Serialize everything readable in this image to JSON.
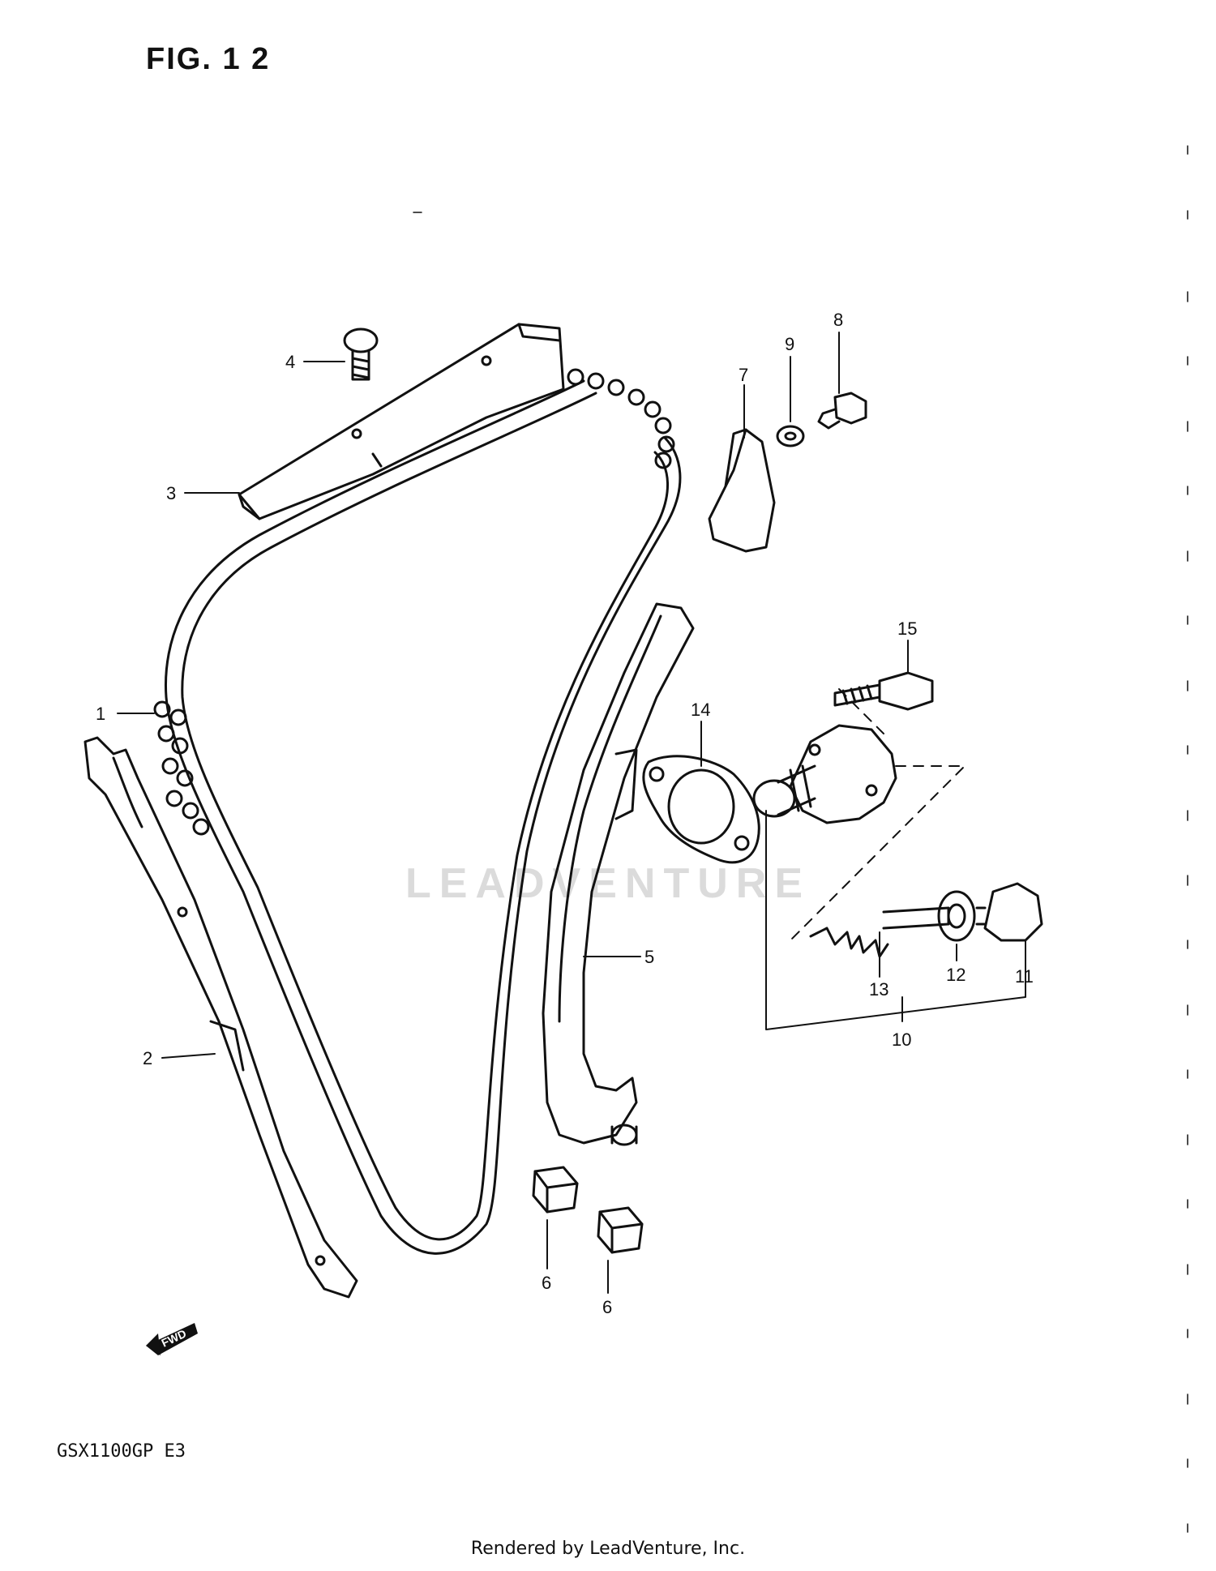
{
  "figure": {
    "title": "FIG. 1 2",
    "model_code": "GSX1100GP  E3",
    "render_credit": "Rendered by LeadVenture, Inc.",
    "watermark": "LEADVENTURE",
    "direction_label": "FWD"
  },
  "callouts": [
    {
      "id": "1",
      "label": "1"
    },
    {
      "id": "2",
      "label": "2"
    },
    {
      "id": "3",
      "label": "3"
    },
    {
      "id": "4",
      "label": "4"
    },
    {
      "id": "5",
      "label": "5"
    },
    {
      "id": "6a",
      "label": "6"
    },
    {
      "id": "6b",
      "label": "6"
    },
    {
      "id": "7",
      "label": "7"
    },
    {
      "id": "8",
      "label": "8"
    },
    {
      "id": "9",
      "label": "9"
    },
    {
      "id": "10",
      "label": "10"
    },
    {
      "id": "11",
      "label": "11"
    },
    {
      "id": "12",
      "label": "12"
    },
    {
      "id": "13",
      "label": "13"
    },
    {
      "id": "14",
      "label": "14"
    },
    {
      "id": "15",
      "label": "15"
    }
  ],
  "colors": {
    "ink": "#111111",
    "paper": "#ffffff",
    "watermark": "#d8d8d8"
  }
}
